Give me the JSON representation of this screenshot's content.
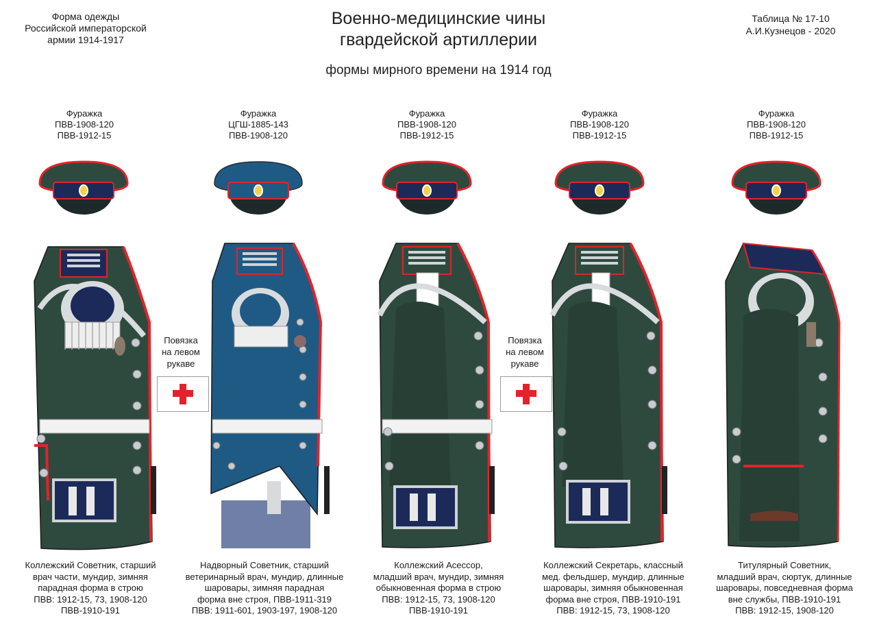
{
  "header": {
    "left_lines": [
      "Форма одежды",
      "Российской императорской",
      "армии  1914-1917"
    ],
    "right_lines": [
      "Таблица №  17-10",
      "А.И.Кузнецов - 2020"
    ],
    "title_lines": [
      "Военно-медицинские чины",
      "гвардейской артиллерии"
    ],
    "subtitle": "формы мирного времени на 1914 год"
  },
  "armband": {
    "label_lines": [
      "Повязка",
      "на левом",
      "рукаве"
    ],
    "cross_color": "#e2232a"
  },
  "colors": {
    "dark_green": "#2e4a3f",
    "dark_blue_band": "#1c2a5a",
    "red_piping": "#e2232a",
    "vet_blue": "#1f5a84",
    "silver": "#d9dcde",
    "trousers_grey": "#6f7fa8"
  },
  "figures": [
    {
      "cap_lines": [
        "Фуражка",
        "ПВВ-1908-120",
        "ПВВ-1912-15"
      ],
      "caption_lines": [
        "Коллежский Советник, старший",
        "врач части, мундир, зимняя",
        "парадная форма в строю",
        "ПВВ: 1912-15, 73, 1908-120",
        "ПВВ-1910-191"
      ]
    },
    {
      "cap_lines": [
        "Фуражка",
        "ЦГШ-1885-143",
        "ПВВ-1908-120"
      ],
      "caption_lines": [
        "Надворный Советник, старший",
        "ветеринарный врач, мундир, длинные",
        "шаровары, зимняя парадная",
        "форма вне строя, ПВВ-1911-319",
        "ПВВ: 1911-601, 1903-197, 1908-120"
      ]
    },
    {
      "cap_lines": [
        "Фуражка",
        "ПВВ-1908-120",
        "ПВВ-1912-15"
      ],
      "caption_lines": [
        "Коллежский Асессор,",
        "младший врач, мундир, зимняя",
        "обыкновенная форма в строю",
        "ПВВ: 1912-15, 73, 1908-120",
        "ПВВ-1910-191"
      ]
    },
    {
      "cap_lines": [
        "Фуражка",
        "ПВВ-1908-120",
        "ПВВ-1912-15"
      ],
      "caption_lines": [
        "Коллежский Секретарь, классный",
        "мед. фельдшер,  мундир, длинные",
        "шаровары, зимняя обыкновенная",
        "форма вне строя,  ПВВ-1910-191",
        "ПВВ: 1912-15, 73, 1908-120"
      ]
    },
    {
      "cap_lines": [
        "Фуражка",
        "ПВВ-1908-120",
        "ПВВ-1912-15"
      ],
      "caption_lines": [
        "Титулярный Советник,",
        "младший врач, сюртук, длинные",
        "шаровары, повседневная форма",
        "вне службы, ПВВ-1910-191",
        "ПВВ: 1912-15, 1908-120"
      ]
    }
  ]
}
